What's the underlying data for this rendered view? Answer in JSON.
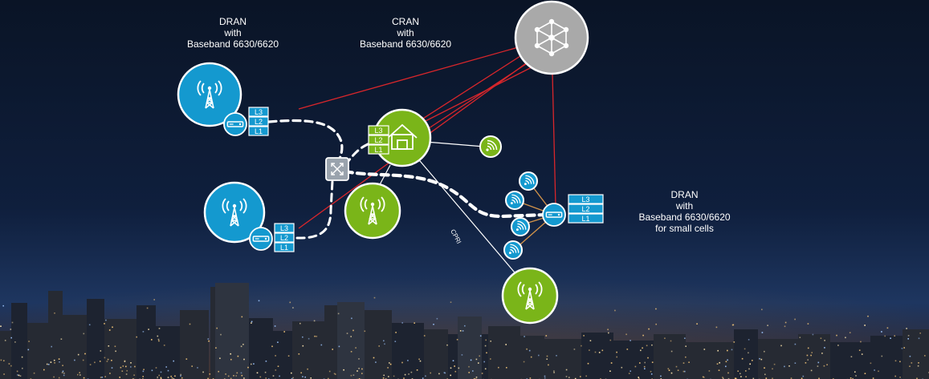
{
  "labels": {
    "dran_top": [
      "DRAN",
      "with",
      "Baseband 6630/6620"
    ],
    "cran": [
      "CRAN",
      "with",
      "Baseband 6630/6620"
    ],
    "dran_small": [
      "DRAN",
      "with",
      "Baseband 6630/6620",
      "for small cells"
    ],
    "cpri": "CPRI"
  },
  "stack_layers": [
    "L3",
    "L2",
    "L1"
  ],
  "node_icons": {
    "cloud": "network-cloud-icon",
    "macro_radio": "radio-tower-icon",
    "small_cell": "wifi-signal-icon",
    "hub": "building-hub-icon",
    "switch": "network-switch-icon",
    "baseband": "baseband-unit-icon"
  },
  "colors": {
    "sky_top": "#0a1426",
    "sky_mid": "#0f1f3d",
    "sky_horizon": "#1e3660",
    "blue_node": "#1499cf",
    "green_node": "#7ab519",
    "cloud_node": "#aaaaaa",
    "red_link": "#d9262b",
    "fronthaul_link": "#ffffff",
    "small_cell_link": "#d4944a",
    "stack_blue": "#1499cf",
    "stack_green": "#7ab519"
  }
}
